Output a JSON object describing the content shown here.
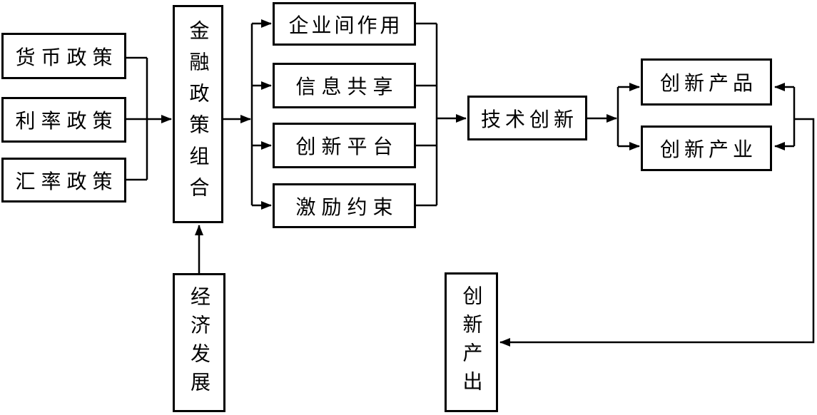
{
  "diagram": {
    "type": "flowchart",
    "colors": {
      "line": "#000000",
      "box_border": "#000000",
      "background": "#ffffff",
      "text": "#000000"
    },
    "nodes": {
      "monetary_policy": {
        "label": "货币政策"
      },
      "interest_rate_policy": {
        "label": "利率政策"
      },
      "exchange_rate_policy": {
        "label": "汇率政策"
      },
      "financial_policy_mix": {
        "label": "金融政策组合"
      },
      "economic_development": {
        "label": "经济发展"
      },
      "enterprise_interaction": {
        "label": "企业间作用"
      },
      "information_sharing": {
        "label": "信息共享"
      },
      "innovation_platform": {
        "label": "创新平台"
      },
      "incentive_constraint": {
        "label": "激励约束"
      },
      "technological_innovation": {
        "label": "技术创新"
      },
      "innovative_products": {
        "label": "创新产品"
      },
      "innovative_industry": {
        "label": "创新产业"
      },
      "innovation_output": {
        "label": "创新产出"
      }
    },
    "edges": [
      {
        "from": "货币政策",
        "to": "金融政策组合"
      },
      {
        "from": "利率政策",
        "to": "金融政策组合"
      },
      {
        "from": "汇率政策",
        "to": "金融政策组合"
      },
      {
        "from": "经济发展",
        "to": "金融政策组合"
      },
      {
        "from": "金融政策组合",
        "to": "企业间作用"
      },
      {
        "from": "金融政策组合",
        "to": "信息共享"
      },
      {
        "from": "金融政策组合",
        "to": "创新平台"
      },
      {
        "from": "金融政策组合",
        "to": "激励约束"
      },
      {
        "from": "企业间作用",
        "to": "技术创新"
      },
      {
        "from": "信息共享",
        "to": "技术创新"
      },
      {
        "from": "创新平台",
        "to": "技术创新"
      },
      {
        "from": "激励约束",
        "to": "技术创新"
      },
      {
        "from": "技术创新",
        "to": "创新产品"
      },
      {
        "from": "技术创新",
        "to": "创新产业"
      },
      {
        "from": "右侧回路",
        "to": "创新产品"
      },
      {
        "from": "右侧回路",
        "to": "创新产业"
      },
      {
        "from": "右侧回路",
        "to": "创新产出"
      }
    ]
  }
}
